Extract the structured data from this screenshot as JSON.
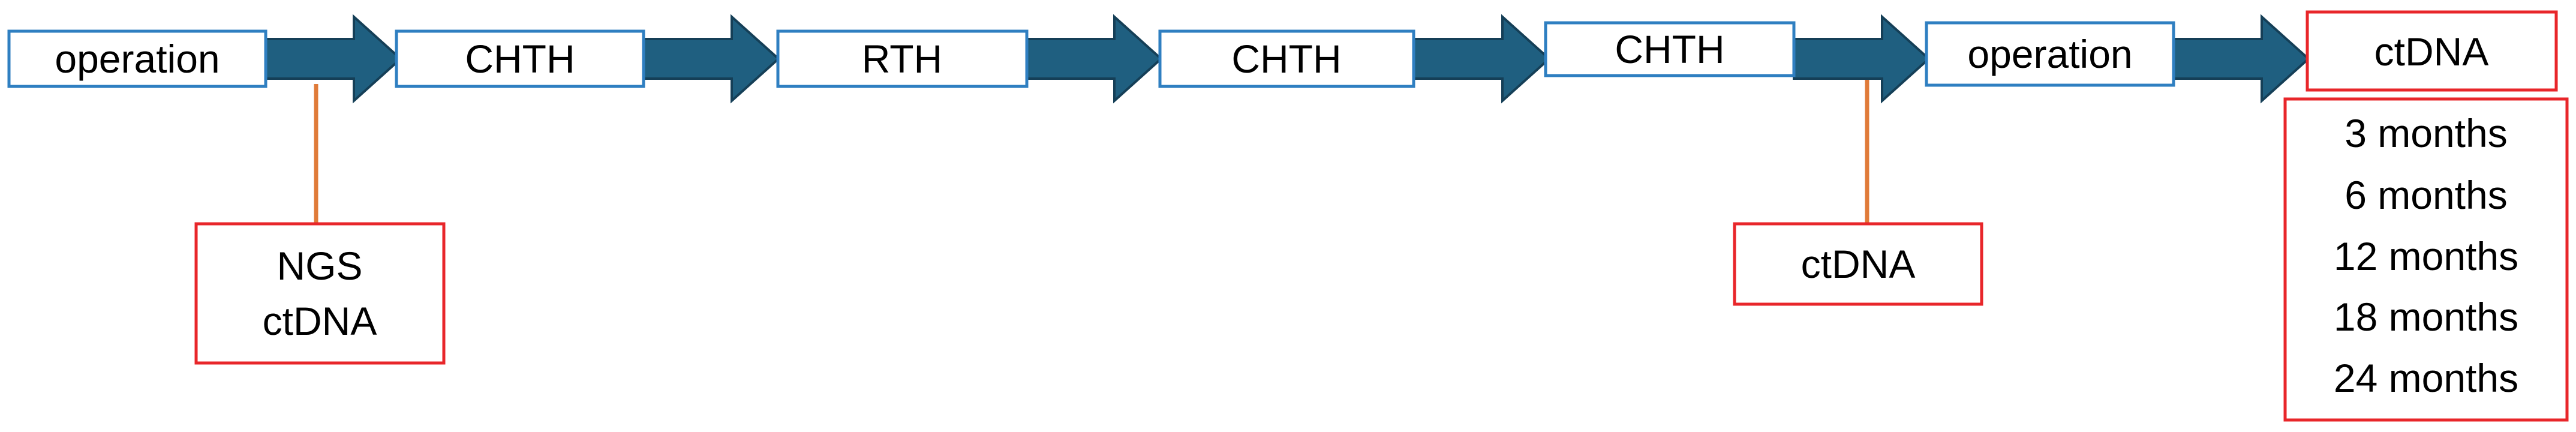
{
  "steps": [
    {
      "label": "operation"
    },
    {
      "label": "CHTH"
    },
    {
      "label": "RTH"
    },
    {
      "label": "CHTH"
    },
    {
      "label": "CHTH"
    },
    {
      "label": "operation"
    },
    {
      "label": "ctDNA"
    }
  ],
  "callouts": [
    {
      "lines": [
        "NGS",
        "ctDNA"
      ],
      "attached_to_step": 0
    },
    {
      "lines": [
        "ctDNA"
      ],
      "attached_to_step": 4
    }
  ],
  "schedule": {
    "items": [
      "3 months",
      "6 months",
      "12 months",
      "18 months",
      "24 months"
    ]
  },
  "colors": {
    "step_border": "#2f7fc1",
    "callout_border": "#e8262a",
    "arrow_fill": "#1f5f80",
    "arrow_stroke": "#153f57",
    "connector": "#e07b39",
    "text": "#000000"
  }
}
